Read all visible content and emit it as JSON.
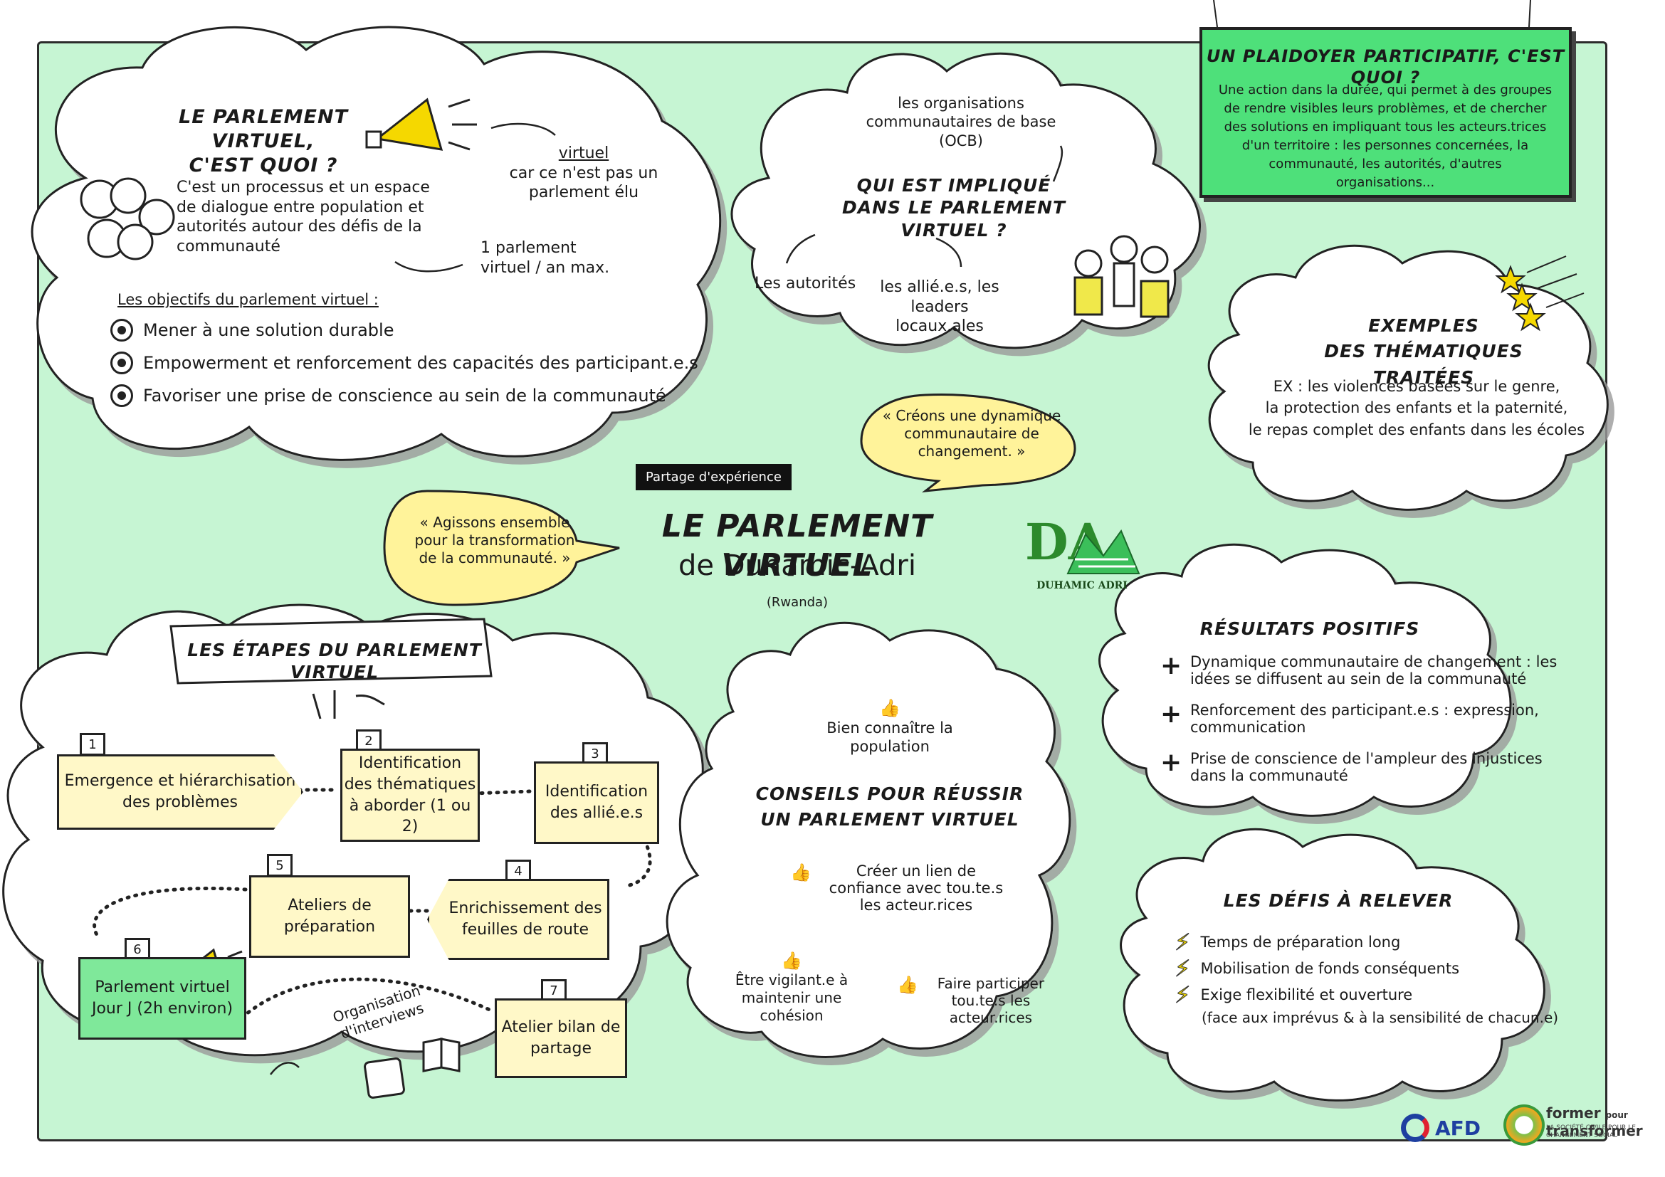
{
  "colors": {
    "background_green": "#c6f5d3",
    "banner_green": "#4ee07a",
    "step_yellow": "#fff8c8",
    "bubble_yellow": "#fff39a",
    "bolt_yellow": "#e8d000"
  },
  "cloud_what": {
    "title_line1": "LE PARLEMENT VIRTUEL,",
    "title_line2": "C'EST QUOI ?",
    "description": "C'est un processus et un espace de dialogue entre population et autorités autour des défis de la communauté",
    "note_virtuel_word": "virtuel",
    "note_virtuel_rest": "car ce n'est pas un parlement élu",
    "note_frequency": "1 parlement virtuel / an max.",
    "objectives_heading": "Les objectifs du parlement virtuel :",
    "objectives": [
      "Mener à une solution durable",
      "Empowerment et renforcement des capacités des participant.e.s",
      "Favoriser une prise de conscience au sein de la communauté"
    ]
  },
  "cloud_who": {
    "top_text": "les organisations communautaires de base (OCB)",
    "title_line1": "QUI EST IMPLIQUÉ",
    "title_line2": "DANS LE PARLEMENT VIRTUEL ?",
    "left": "Les autorités",
    "middle": "les allié.e.s, les leaders locaux.ales"
  },
  "banner": {
    "title": "UN PLAIDOYER PARTICIPATIF, C'EST QUOI ?",
    "text": "Une action dans la durée, qui permet à des groupes de rendre visibles leurs problèmes, et de chercher des solutions en impliquant tous les acteurs.trices d'un territoire : les personnes concernées, la communauté, les autorités, d'autres organisations..."
  },
  "cloud_examples": {
    "title_line1": "EXEMPLES",
    "title_line2": "DES THÉMATIQUES TRAITÉES",
    "text": [
      "EX : les violences basées sur le genre,",
      "la protection des enfants et la paternité,",
      "le  repas complet des enfants dans les écoles"
    ]
  },
  "center": {
    "tag": "Partage d'expérience",
    "title": "LE PARLEMENT VIRTUEL",
    "subtitle": "de Duhamic-Adri",
    "country": "(Rwanda)",
    "quote_left": "« Agissons ensemble pour la transformation de la communauté. »",
    "quote_right": "« Créons une dynamique communautaire de changement. »",
    "logo_letters": "DA",
    "logo_name": "DUHAMIC ADRI"
  },
  "cloud_results": {
    "title": "RÉSULTATS POSITIFS",
    "items": [
      "Dynamique communautaire de changement : les idées se diffusent au sein de la communauté",
      "Renforcement des participant.e.s : expression, communication",
      "Prise de conscience de l'ampleur des injustices dans la communauté"
    ]
  },
  "cloud_steps": {
    "title": "LES ÉTAPES DU PARLEMENT VIRTUEL",
    "steps": [
      {
        "num": "1",
        "label": "Emergence et hiérarchisation des problèmes"
      },
      {
        "num": "2",
        "label": "Identification des thématiques à aborder (1 ou 2)"
      },
      {
        "num": "3",
        "label": "Identification des allié.e.s"
      },
      {
        "num": "4",
        "label": "Enrichissement des feuilles de route"
      },
      {
        "num": "5",
        "label": "Ateliers de préparation"
      },
      {
        "num": "6",
        "label": "Parlement virtuel Jour J (2h environ)"
      },
      {
        "num": "7",
        "label": "Atelier bilan de partage"
      }
    ],
    "interviews": "Organisation d'interviews"
  },
  "cloud_advice": {
    "title_line1": "CONSEILS POUR RÉUSSIR",
    "title_line2": "UN PARLEMENT VIRTUEL",
    "tips": [
      "Bien connaître la population",
      "Créer un lien de confiance avec tou.te.s les acteur.rices",
      "Être vigilant.e à maintenir une cohésion",
      "Faire participer tou.te.s les acteur.rices"
    ]
  },
  "cloud_challenges": {
    "title": "LES DÉFIS À RELEVER",
    "items": [
      "Temps de préparation long",
      "Mobilisation de fonds conséquents",
      "Exige flexibilité et ouverture"
    ],
    "note": "(face aux imprévus & à la sensibilité de chacun.e)"
  },
  "footer": {
    "afd": "AFD",
    "former_line1": "former",
    "former_pour": "pour",
    "former_line2": "transformer",
    "former_tagline": "LA SOCIÉTÉ CIVILE POUR LE CHANGEMENT SOCIAL"
  }
}
